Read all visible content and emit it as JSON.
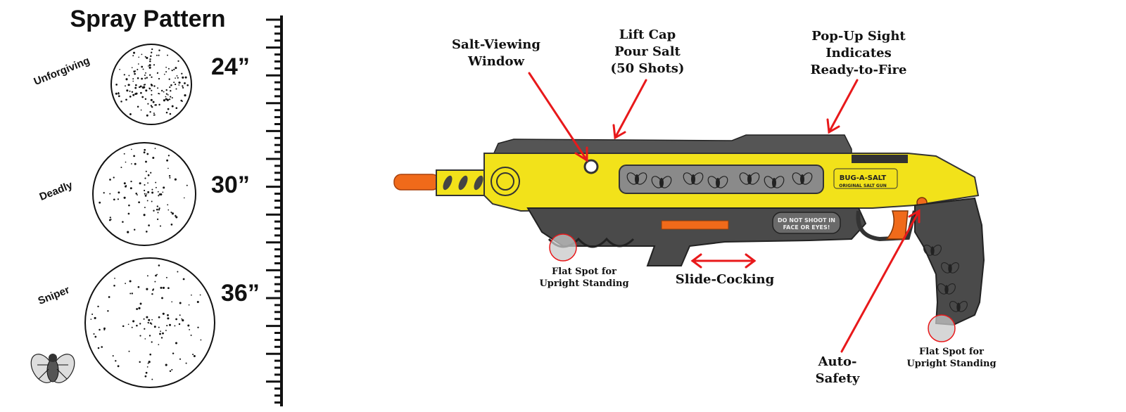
{
  "spray": {
    "title": "Spray Pattern",
    "patterns": [
      {
        "label": "Unforgiving",
        "distance": "24”"
      },
      {
        "label": "Deadly",
        "distance": "30”"
      },
      {
        "label": "Sniper",
        "distance": "36”"
      }
    ]
  },
  "callouts": {
    "salt_window": "Salt-Viewing\nWindow",
    "lift_cap": "Lift Cap\nPour Salt\n(50 Shots)",
    "popup_sight": "Pop-Up Sight\nIndicates\nReady-to-Fire",
    "flat_spot_front": "Flat Spot for\nUpright Standing",
    "slide_cocking": "Slide-Cocking",
    "auto_safety": "Auto-\nSafety",
    "flat_spot_rear": "Flat Spot for\nUpright Standing"
  },
  "gun": {
    "brand": "BUG-A-SALT",
    "sub_brand": "ORIGINAL SALT GUN",
    "warning": "DO NOT SHOOT IN\nFACE OR EYES!"
  },
  "colors": {
    "body_yellow": "#f2e21a",
    "dark_grey": "#4a4a4a",
    "orange": "#f06a1a",
    "arrow_red": "#e8191b"
  }
}
